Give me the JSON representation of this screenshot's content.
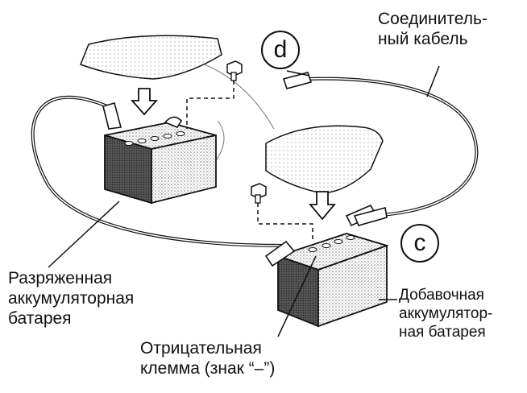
{
  "labels": {
    "connecting_cable": "Соединитель-\nный кабель",
    "discharged_battery": "Разряженная\nаккумуляторная\nбатарея",
    "negative_terminal": "Отрицательная\nклемма (знак “–”)",
    "booster_battery": "Добавочная\nаккумулятор-\nная батарея"
  },
  "markers": {
    "d": "d",
    "c": "c"
  },
  "colors": {
    "ink": "#111111",
    "shade": "#8a8a8a",
    "light_shade": "#d0d0d0",
    "background": "#ffffff"
  }
}
